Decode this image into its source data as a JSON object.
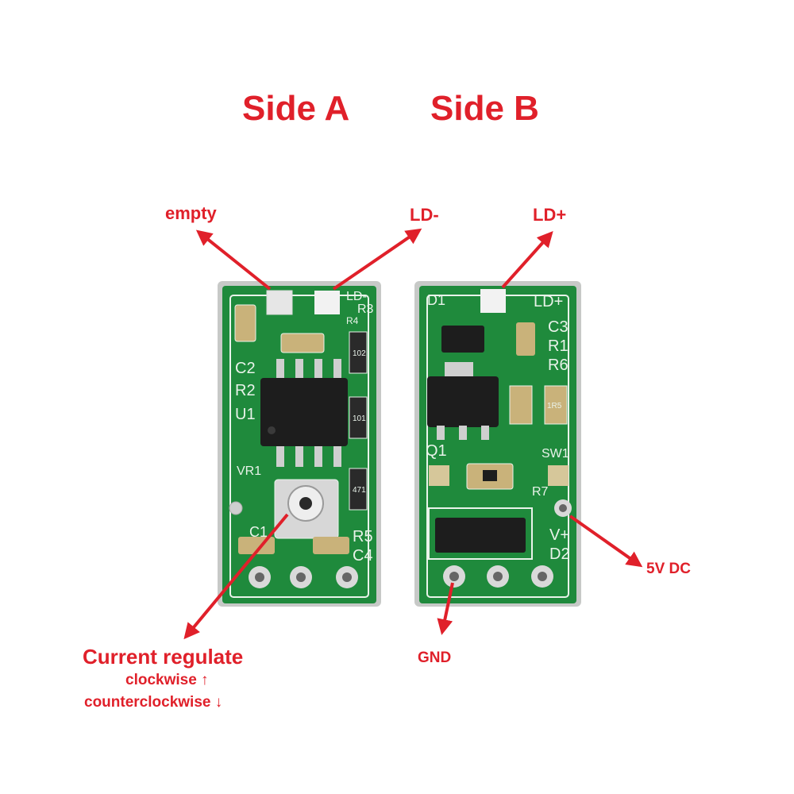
{
  "titles": {
    "side_a": "Side A",
    "side_b": "Side B"
  },
  "labels": {
    "empty": "empty",
    "ld_minus": "LD-",
    "ld_plus": "LD+",
    "dc_5v": "5V DC",
    "gnd": "GND",
    "current_regulate": "Current regulate",
    "clockwise": "clockwise ↑",
    "counterclockwise": "counterclockwise ↓"
  },
  "silkscreen": {
    "side_a": {
      "ld_minus": "LD-",
      "r3": "R3",
      "r4": "R4",
      "c2": "C2",
      "r2": "R2",
      "u1": "U1",
      "vr1": "VR1",
      "c1": "C1",
      "r5": "R5",
      "c4": "C4",
      "chip_102": "102",
      "chip_101": "101",
      "chip_471": "471"
    },
    "side_b": {
      "d1": "D1",
      "ld_plus": "LD+",
      "c3": "C3",
      "r1": "R1",
      "r6": "R6",
      "q1": "Q1",
      "sw1": "SW1",
      "r7": "R7",
      "v_plus": "V+",
      "d2": "D2",
      "chip_1r5": "1R5"
    }
  },
  "colors": {
    "annotation": "#e0202a",
    "pcb": "#1f8a3c",
    "pcb_dark": "#146b2b",
    "silk": "#e9f3ea"
  }
}
